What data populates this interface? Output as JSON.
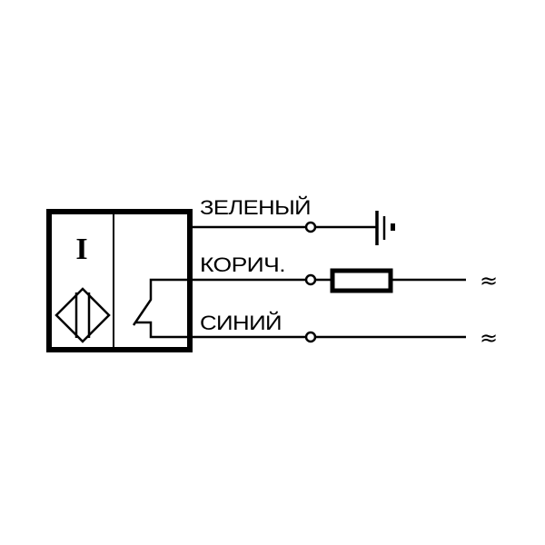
{
  "sensor": {
    "type_symbol": "I"
  },
  "wires": [
    {
      "label": "ЗЕЛЕНЫЙ",
      "terminal": "ground"
    },
    {
      "label": "КОРИЧ.",
      "terminal": "≈"
    },
    {
      "label": "СИНИЙ",
      "terminal": "≈"
    }
  ]
}
